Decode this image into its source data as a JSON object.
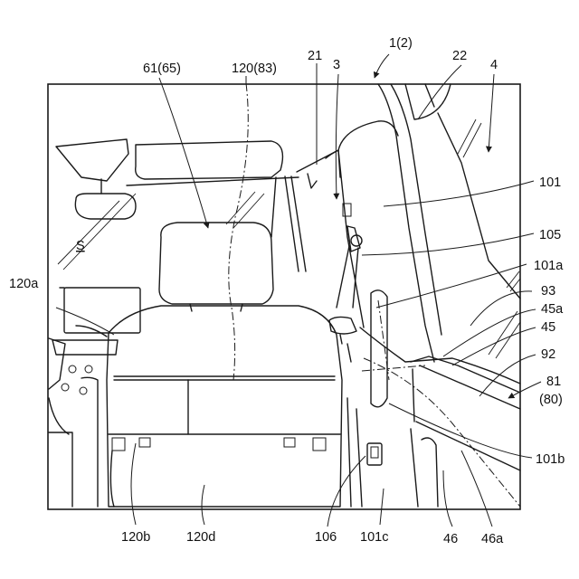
{
  "figure": {
    "labels": {
      "car": "1(2)",
      "pillar": "21",
      "door_ref": "3",
      "pillar_upper": "22",
      "window": "4",
      "panel": "101",
      "belt_guide": "105",
      "panel_edge": "101a",
      "strip": "93",
      "trim_top": "45a",
      "trim": "45",
      "handle": "92",
      "armrest": "81",
      "armrest_sub": "(80)",
      "panel_low": "101b",
      "seat_ref": "61(65)",
      "seat_back": "120(83)",
      "seat_side": "120a",
      "space": "S",
      "seat_lower": "120b",
      "seat_base": "120d",
      "switch": "106",
      "panel_bottom": "101c",
      "door_lower": "46",
      "door_lower_edge": "46a"
    }
  }
}
